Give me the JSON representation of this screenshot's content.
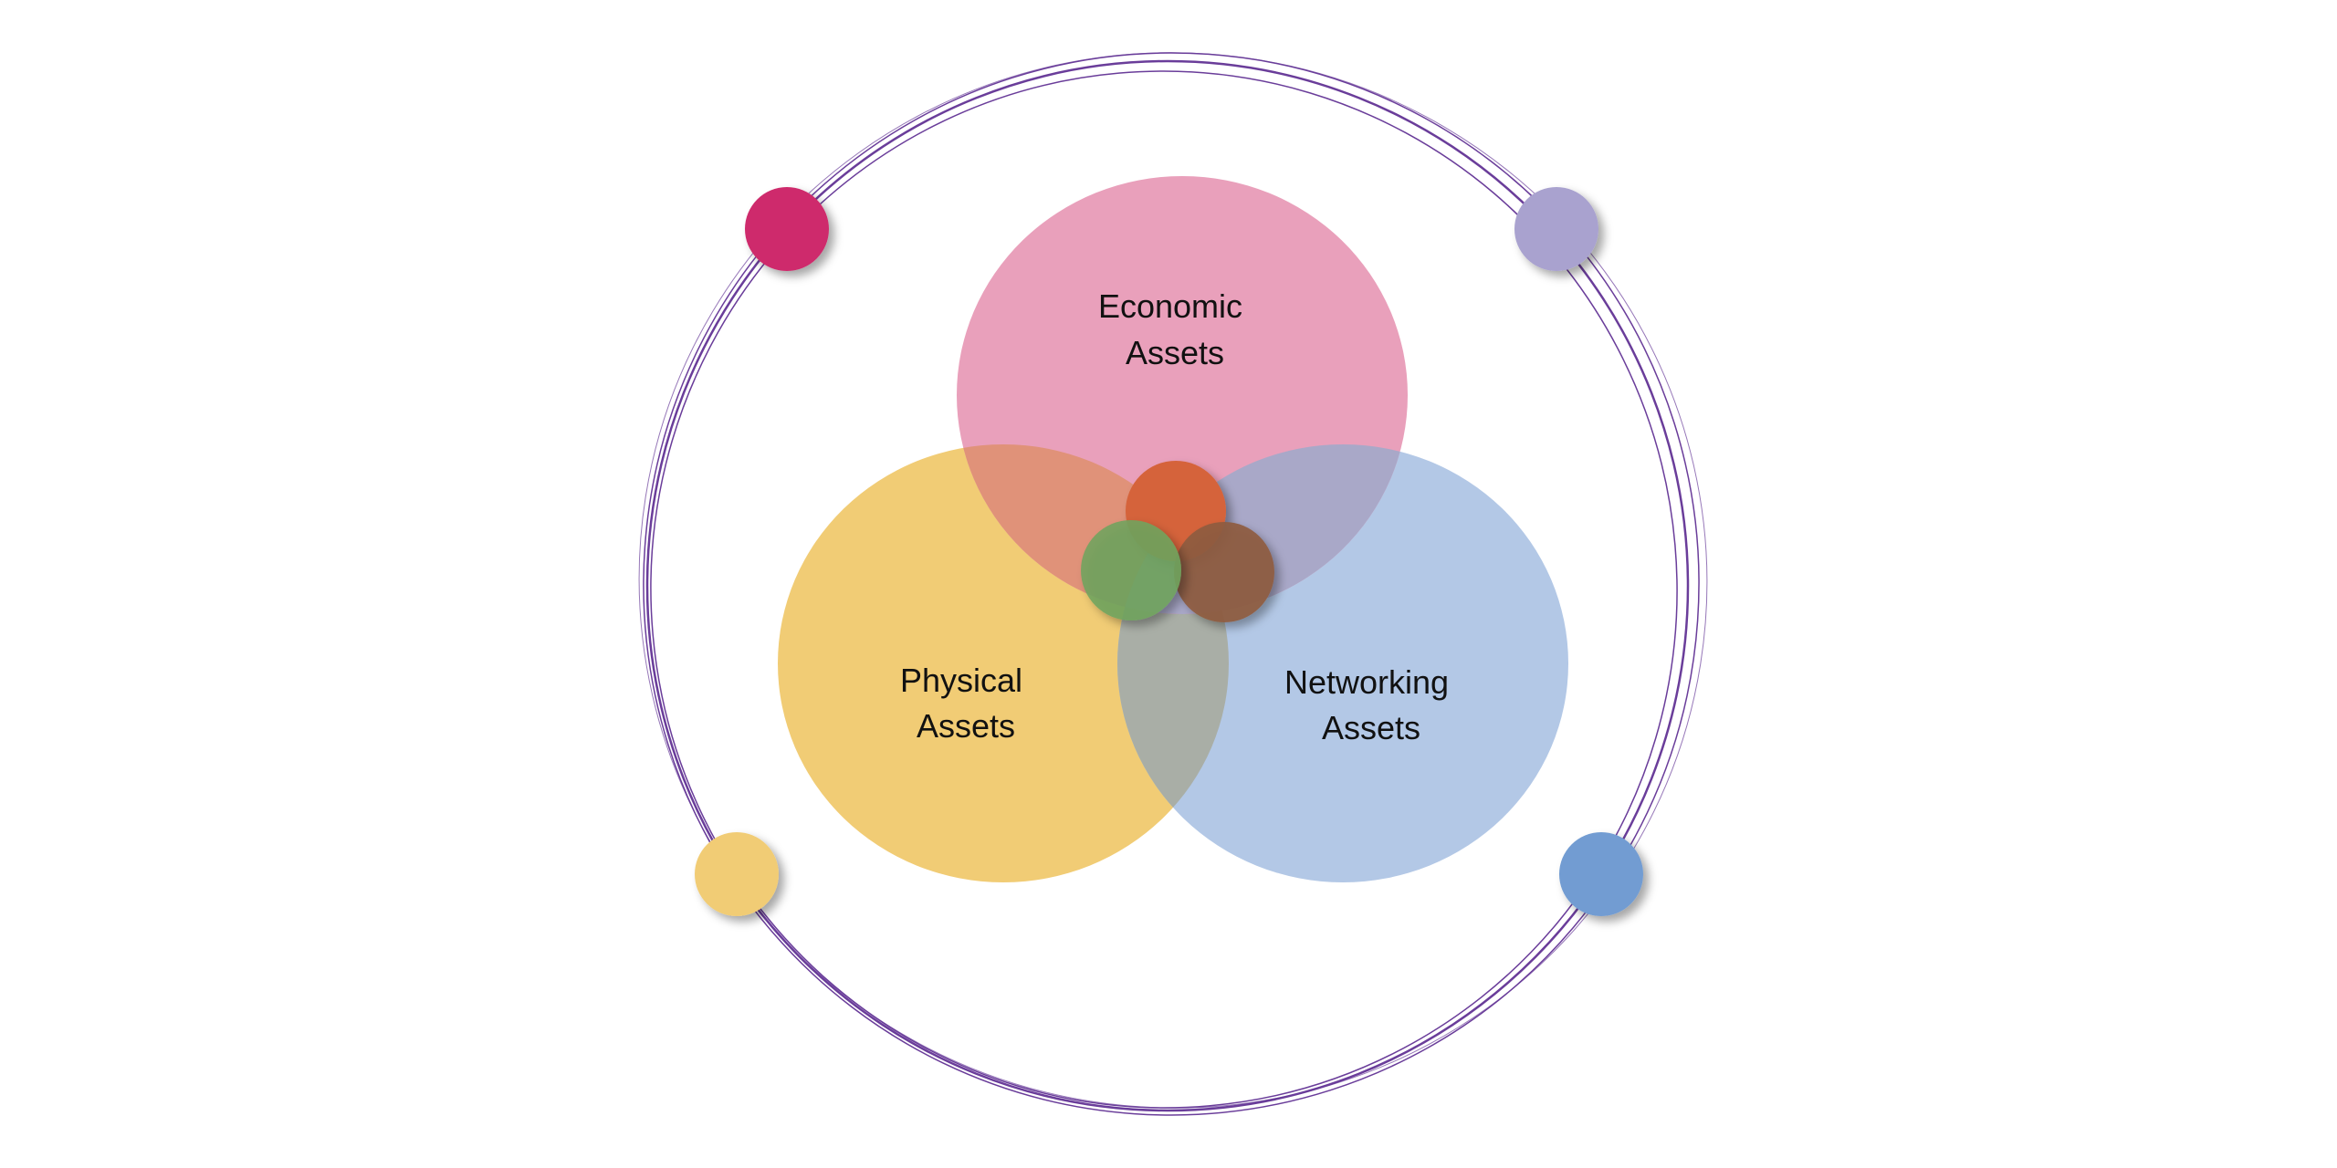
{
  "diagram": {
    "sets": [
      {
        "line1": "Economic",
        "line2": "Assets",
        "color": "#E9A0BB"
      },
      {
        "line1": "Physical",
        "line2": "Assets",
        "color": "#F1CC75"
      },
      {
        "line1": "Networking",
        "line2": "Assets",
        "color": "#B3C8E6"
      }
    ],
    "overlap_colors": {
      "economic_physical": "#E09279",
      "economic_networking": "#A9A8C8",
      "physical_networking": "#A9AEA6"
    },
    "center_dots": [
      "#D5643A",
      "#6FA45E",
      "#8E5C40"
    ],
    "corner_dots": [
      "#CE2C6C",
      "#A9A2CF",
      "#F1CC75",
      "#729CD2"
    ],
    "ring_color": "#6A3D9A"
  }
}
